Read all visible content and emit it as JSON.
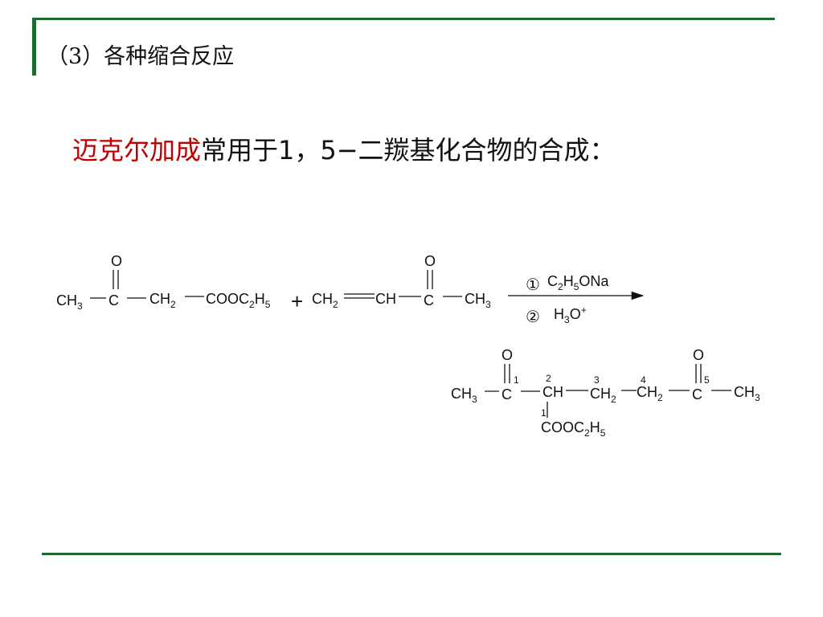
{
  "colors": {
    "accent_green": "#1e6a32",
    "highlight_red": "#c00000",
    "text": "#111111"
  },
  "section_title": "（3）各种缩合反应",
  "headline": {
    "red_part": "迈克尔加成",
    "rest": "常用于1，5−二羰基化合物的合成："
  },
  "reactant1": {
    "o_top": "O",
    "ch3": "CH",
    "ch3_sub": "3",
    "c": "C",
    "ch2": "CH",
    "ch2_sub": "2",
    "ester_a": "COOC",
    "ester_sub": "2",
    "ester_b": "H",
    "ester_sub2": "5"
  },
  "plus": "+",
  "reactant2": {
    "ch2": "CH",
    "ch2_sub": "2",
    "ch": "CH",
    "o_top": "O",
    "c": "C",
    "ch3": "CH",
    "ch3_sub": "3"
  },
  "conditions": {
    "step1_mark": "①",
    "step1_a": "C",
    "step1_sub1": "2",
    "step1_b": "H",
    "step1_sub2": "5",
    "step1_c": "ONa",
    "step2_mark": "②",
    "step2_a": "H",
    "step2_sub": "3",
    "step2_b": "O",
    "step2_sup": "+"
  },
  "product": {
    "o_left": "O",
    "o_right": "O",
    "ch3_left": "CH",
    "ch3_left_sub": "3",
    "c1": "C",
    "ch": "CH",
    "ch2_a": "CH",
    "ch2_a_sub": "2",
    "ch2_b": "CH",
    "ch2_b_sub": "2",
    "c5": "C",
    "ch3_right": "CH",
    "ch3_right_sub": "3",
    "ester_a": "COOC",
    "ester_sub": "2",
    "ester_b": "H",
    "ester_sub2": "5",
    "num1": "1",
    "num2": "2",
    "num3": "3",
    "num4": "4",
    "num5": "5",
    "num1b": "1"
  }
}
